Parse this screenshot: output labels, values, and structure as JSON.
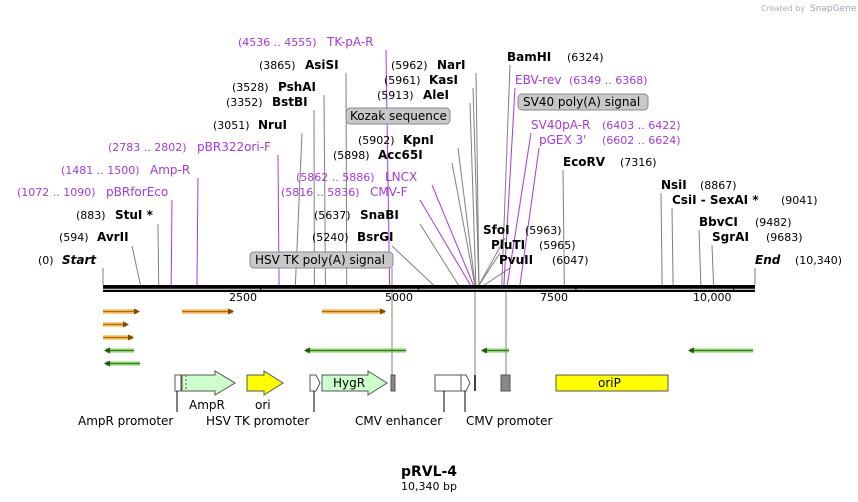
{
  "credit": {
    "prefix": "Created by",
    "brand": "SnapGene"
  },
  "plasmid": {
    "name": "pRVL-4",
    "size_label": "10,340 bp"
  },
  "sites": [
    {
      "num": "(0)",
      "name": "Start",
      "pos": 0,
      "italic": true
    },
    {
      "num": "(594)",
      "name": "AvrII",
      "pos": 594
    },
    {
      "num": "(883)",
      "name": "StuI *",
      "pos": 883
    },
    {
      "num": "(3051)",
      "name": "NruI",
      "pos": 3051
    },
    {
      "num": "(3352)",
      "name": "BstBI",
      "pos": 3352
    },
    {
      "num": "(3528)",
      "name": "PshAI",
      "pos": 3528
    },
    {
      "num": "(3865)",
      "name": "AsiSI",
      "pos": 3865
    },
    {
      "num": "(5240)",
      "name": "BsrGI",
      "pos": 5240
    },
    {
      "num": "(5637)",
      "name": "SnaBI",
      "pos": 5637
    },
    {
      "num": "(5898)",
      "name": "Acc65I",
      "pos": 5898
    },
    {
      "num": "(5902)",
      "name": "KpnI",
      "pos": 5902
    },
    {
      "num": "(5913)",
      "name": "AleI",
      "pos": 5913
    },
    {
      "num": "(5961)",
      "name": "KasI",
      "pos": 5961
    },
    {
      "num": "(5962)",
      "name": "NarI",
      "pos": 5962
    },
    {
      "num": "(5963)",
      "name": "SfoI",
      "pos": 5963
    },
    {
      "num": "(5965)",
      "name": "PluTI",
      "pos": 5965
    },
    {
      "num": "(6047)",
      "name": "PvuII",
      "pos": 6047
    },
    {
      "num": "(6324)",
      "name": "BamHI",
      "pos": 6324
    },
    {
      "num": "(7316)",
      "name": "EcoRV",
      "pos": 7316
    },
    {
      "num": "(8867)",
      "name": "NsiI",
      "pos": 8867
    },
    {
      "num": "(9041)",
      "name": "CsiI - SexAI *",
      "pos": 9041
    },
    {
      "num": "(9482)",
      "name": "BbvCI",
      "pos": 9482
    },
    {
      "num": "(9683)",
      "name": "SgrAI",
      "pos": 9683
    },
    {
      "num": "(10,340)",
      "name": "End",
      "pos": 10340,
      "italic": true
    }
  ],
  "primers": [
    {
      "name": "pBRforEco",
      "range": "(1072 .. 1090)",
      "pos": 1081
    },
    {
      "name": "Amp-R",
      "range": "(1481 .. 1500)",
      "pos": 1490
    },
    {
      "name": "pBR322ori-F",
      "range": "(2783 .. 2802)",
      "pos": 2792
    },
    {
      "name": "TK-pA-R",
      "range": "(4536 .. 4555)",
      "pos": 4545
    },
    {
      "name": "CMV-F",
      "range": "(5816 .. 5836)",
      "pos": 5826
    },
    {
      "name": "LNCX",
      "range": "(5862 .. 5886)",
      "pos": 5874
    },
    {
      "name": "EBV-rev",
      "range": "(6349 .. 6368)",
      "pos": 6358
    },
    {
      "name": "SV40pA-R",
      "range": "(6403 .. 6422)",
      "pos": 6412
    },
    {
      "name": "pGEX 3'",
      "range": "(6602 .. 6624)",
      "pos": 6613
    }
  ],
  "box_labels": [
    "HSV TK poly(A) signal",
    "Kozak sequence",
    "SV40 poly(A) signal"
  ],
  "axis": {
    "ticks": [
      {
        "label": "2500",
        "pos": 2500
      },
      {
        "label": "5000",
        "pos": 5000
      },
      {
        "label": "7500",
        "pos": 7500
      },
      {
        "label": "10,000",
        "pos": 10000
      }
    ]
  },
  "features": [
    {
      "name": "AmpR",
      "color": "#ccffcc"
    },
    {
      "name": "ori",
      "color": "#ffff00"
    },
    {
      "name": "HygR",
      "color": "#ccffcc"
    },
    {
      "name": "oriP",
      "color": "#ffff00"
    }
  ],
  "feature_captions": [
    "AmpR promoter",
    "HSV TK promoter",
    "CMV enhancer",
    "CMV promoter"
  ],
  "colors": {
    "primer": "#a43bd6",
    "orange_arrow": "#f5a623",
    "green_arrow": "#4ea82a",
    "backbone": "#000000"
  }
}
